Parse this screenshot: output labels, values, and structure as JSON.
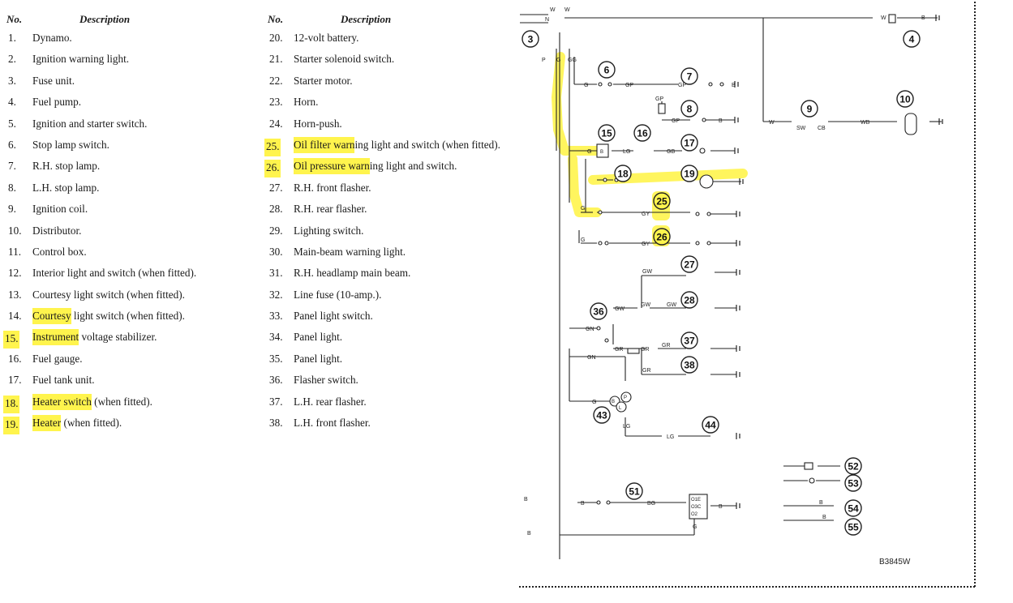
{
  "legend": {
    "header_no": "No.",
    "header_desc": "Description",
    "items": [
      {
        "no": "1.",
        "desc": "Dynamo.",
        "hl": ""
      },
      {
        "no": "2.",
        "desc": "Ignition warning light.",
        "hl": ""
      },
      {
        "no": "3.",
        "desc": "Fuse unit.",
        "hl": ""
      },
      {
        "no": "4.",
        "desc": "Fuel pump.",
        "hl": ""
      },
      {
        "no": "5.",
        "desc": "Ignition and starter switch.",
        "hl": ""
      },
      {
        "no": "6.",
        "desc": "Stop lamp switch.",
        "hl": ""
      },
      {
        "no": "7.",
        "desc": "R.H. stop lamp.",
        "hl": ""
      },
      {
        "no": "8.",
        "desc": "L.H. stop lamp.",
        "hl": ""
      },
      {
        "no": "9.",
        "desc": "Ignition coil.",
        "hl": ""
      },
      {
        "no": "10.",
        "desc": "Distributor.",
        "hl": ""
      },
      {
        "no": "11.",
        "desc": "Control box.",
        "hl": ""
      },
      {
        "no": "12.",
        "desc": "Interior light and switch (when fitted).",
        "hl": ""
      },
      {
        "no": "13.",
        "desc": "Courtesy light switch (when fitted).",
        "hl": ""
      },
      {
        "no": "14.",
        "desc": "Courtesy light switch (when fitted).",
        "hl": "Courtesy"
      },
      {
        "no": "15.",
        "desc": "Instrument voltage stabilizer.",
        "hl": "Instrument",
        "hlno": true
      },
      {
        "no": "16.",
        "desc": "Fuel gauge.",
        "hl": ""
      },
      {
        "no": "17.",
        "desc": "Fuel tank unit.",
        "hl": ""
      },
      {
        "no": "18.",
        "desc": "Heater switch (when fitted).",
        "hl": "Heater switch",
        "hlno": true
      },
      {
        "no": "19.",
        "desc": "Heater (when fitted).",
        "hl": "Heater",
        "hlno": true
      },
      {
        "no": "20.",
        "desc": "12-volt battery.",
        "hl": ""
      },
      {
        "no": "21.",
        "desc": "Starter solenoid switch.",
        "hl": ""
      },
      {
        "no": "22.",
        "desc": "Starter motor.",
        "hl": ""
      },
      {
        "no": "23.",
        "desc": "Horn.",
        "hl": ""
      },
      {
        "no": "24.",
        "desc": "Horn-push.",
        "hl": ""
      },
      {
        "no": "25.",
        "desc": "Oil filter warning light and switch (when fitted).",
        "hl": "Oil filter warn",
        "hlno": true
      },
      {
        "no": "26.",
        "desc": "Oil pressure warning light and switch.",
        "hl": "Oil pressure warn",
        "hlno": true
      },
      {
        "no": "27.",
        "desc": "R.H. front flasher.",
        "hl": ""
      },
      {
        "no": "28.",
        "desc": "R.H. rear flasher.",
        "hl": ""
      },
      {
        "no": "29.",
        "desc": "Lighting switch.",
        "hl": ""
      },
      {
        "no": "30.",
        "desc": "Main-beam warning light.",
        "hl": ""
      },
      {
        "no": "31.",
        "desc": "R.H. headlamp main beam.",
        "hl": ""
      },
      {
        "no": "32.",
        "desc": "Line fuse (10-amp.).",
        "hl": ""
      },
      {
        "no": "33.",
        "desc": "Panel light switch.",
        "hl": ""
      },
      {
        "no": "34.",
        "desc": "Panel light.",
        "hl": ""
      },
      {
        "no": "35.",
        "desc": "Panel light.",
        "hl": ""
      },
      {
        "no": "36.",
        "desc": "Flasher switch.",
        "hl": ""
      },
      {
        "no": "37.",
        "desc": "L.H. rear flasher.",
        "hl": ""
      },
      {
        "no": "38.",
        "desc": "L.H. front flasher.",
        "hl": ""
      }
    ]
  },
  "diagram": {
    "ref_code": "B3845W",
    "highlight_color": "#fff44d",
    "wire_color": "#222222",
    "components": [
      "3",
      "4",
      "6",
      "7",
      "8",
      "9",
      "10",
      "15",
      "16",
      "17",
      "18",
      "19",
      "25",
      "26",
      "27",
      "28",
      "36",
      "37",
      "38",
      "43",
      "44",
      "51",
      "52",
      "53",
      "54",
      "55"
    ],
    "highlighted_components": [
      "25",
      "26"
    ],
    "wire_labels": {
      "w": "W",
      "n": "N",
      "p": "P",
      "g": "G",
      "gg": "GG",
      "b": "B",
      "gp": "GP",
      "lg": "LG",
      "gb": "GB",
      "gy": "GY",
      "gw": "GW",
      "gn": "GN",
      "gr": "GR",
      "bg": "BG",
      "wb": "WB",
      "sw": "SW",
      "cb": "CB"
    },
    "terminal_labels": {
      "b": "B",
      "p": "P",
      "l": "L",
      "o1e": "O1E",
      "o3c": "O3C",
      "o2": "O2"
    }
  }
}
